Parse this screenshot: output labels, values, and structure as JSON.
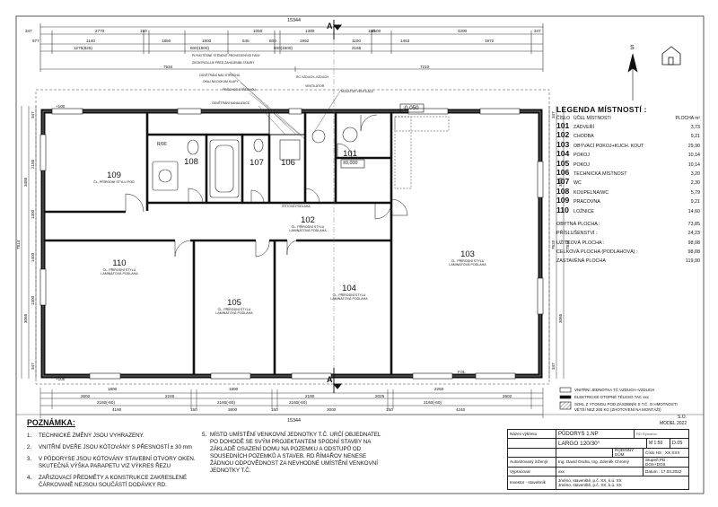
{
  "legend": {
    "title": "LEGENDA MÍSTNOSTÍ :",
    "col_no": "ČÍSLO",
    "col_name": "ÚČEL MÍSTNOSTI",
    "col_area": "PLOCHA m²",
    "rooms": [
      {
        "no": "101",
        "name": "ZÁDVEŘÍ",
        "area": "3,73"
      },
      {
        "no": "102",
        "name": "CHODBA",
        "area": "9,21"
      },
      {
        "no": "103",
        "name": "OBÝVACÍ POKOJ+KUCH. KOUT",
        "area": "29,90"
      },
      {
        "no": "104",
        "name": "POKOJ",
        "area": "10,14"
      },
      {
        "no": "105",
        "name": "POKOJ",
        "area": "10,14"
      },
      {
        "no": "106",
        "name": "TECHNICKÁ MÍSTNOST",
        "area": "3,20"
      },
      {
        "no": "107",
        "name": "WC",
        "area": "2,30"
      },
      {
        "no": "108",
        "name": "KOUPELNA/WC",
        "area": "5,79"
      },
      {
        "no": "109",
        "name": "PRACOVNA",
        "area": "9,21"
      },
      {
        "no": "110",
        "name": "LOŽNICE",
        "area": "14,60"
      }
    ],
    "summary": [
      {
        "name": "OBYTNÁ PLOCHA :",
        "area": "73,85"
      },
      {
        "name": "PŘÍSLUŠENSTVÍ :",
        "area": "24,23"
      },
      {
        "name": "UŽITKOVÁ PLOCHA :",
        "area": "98,08"
      },
      {
        "name": "CELKOVÁ PLOCHA (PODLAHOVÁ) :",
        "area": "98,08"
      },
      {
        "name": "ZASTAVĚNÁ PLOCHA",
        "area": "119,90"
      }
    ],
    "symbols": [
      "VNITŘNÍ JEDNOTKA TČ VZDUCH–VZDUCH",
      "ELEKTRICKÉ OTOPNÉ TĚLESO TAC xxx",
      "SOKL Z YTONGU POD ZÁSOBNÍK S T.Č. O HMOTNOSTI",
      "VĚTŠÍ NEŽ 200 KG (ZHOTOVENÍ NA MONTÁŽI)"
    ]
  },
  "notes": {
    "title": "POZNÁMKA:",
    "items": [
      {
        "n": "1.",
        "t": "TECHNICKÉ ZMĚNY JSOU VYHRAZENY."
      },
      {
        "n": "2.",
        "t": "VNITŘNÍ DVEŘE JSOU KÓTOVÁNY S PŘESNOSTÍ ± 30 mm"
      },
      {
        "n": "3.",
        "t": "V PŮDORYSE JSOU KÓTOVÁNY STAVEBNÍ OTVORY OKEN. SKUTEČNÁ VÝŠKA PARAPETU VIZ VÝKRES ŘEZU"
      },
      {
        "n": "4.",
        "t": "ZAŘIZOVACÍ PŘEDMĚTY A KONSTRUKCE ZAKRESLENÉ ČÁRKOVANĚ NEJSOU SOUČÁSTÍ DODÁVKY RD."
      }
    ],
    "item5_n": "5.",
    "item5_t": "MÍSTO UMÍSTĚNÍ VENKOVNÍ JEDNOTKY T.Č. URČÍ OBJEDNATEL PO DOHODĚ SE SVÝM PROJEKTANTEM SPODNÍ STAVBY NA ZÁKLADĚ OSAZENÍ DOMU NA POZEMKU A ODSTUPŮ OD SOUSEDNÍCH POZEMKŮ A STAVEB. RD ŘÍMAŘOV NENESE ŽÁDNOU ODPOVĚDNOST ZA NEVHODNÉ UMÍSTĚNÍ VENKOVNÍ JEDNOTKY T.Č."
  },
  "title_block": {
    "name_label": "Název výkresu",
    "name": "PŮDORYS 1.NP",
    "scale": "M 1:50",
    "sheet": "D.05",
    "model": "LARGO 120/30°",
    "family": "RODINNÝ DŮM",
    "num": "Číslo HS : XX XXX",
    "authorized_label": "Autorizovaný inženýr",
    "authorized": "Ing. David Ondra, Ing. Zdeněk Chromý",
    "drafter_label": "Vypracoval",
    "drafter": "xxx",
    "stage": "Stupeň PD : DOS+DOS",
    "date": "Datum : 17.03.2022",
    "investor_label": "Investor - stavebník",
    "investor1": "Jméno, stavenště, p.č. XX, k.ú. XX",
    "investor2": "Jméno, stavenště, p.č. XX, k.ú. XX",
    "brand": "RD Rýmařov"
  },
  "corner": {
    "so": "S.O.",
    "model": "MODEL 2022",
    "north": "S"
  },
  "rooms": [
    {
      "no": "109",
      "s": "ČL. PŘÍRODNÍ STYLU POD"
    },
    {
      "no": "108",
      "s": ""
    },
    {
      "no": "107",
      "s": ""
    },
    {
      "no": "106",
      "s": ""
    },
    {
      "no": "101",
      "s": ""
    },
    {
      "no": "102",
      "s": "ČL. PŘÍRODNÍ STYLU LAMINÁTOVÁ PODLAHA"
    },
    {
      "no": "103",
      "s": "ČL. PŘÍRODNÍ STYLU LAMINÁTOVÁ PODLAHA"
    },
    {
      "no": "110",
      "s": "ČL. PŘÍRODNÍ STYLU LAMINÁTOVÁ PODLAHA"
    },
    {
      "no": "105",
      "s": "ČL. PŘÍRODNÍ STYLU LAMINÁTOVÁ PODLAHA"
    },
    {
      "no": "104",
      "s": "ČL. PŘÍRODNÍ STYLU LAMINÁTOVÁ PODLAHA"
    }
  ],
  "plan_labels": {
    "total_top": "15344",
    "total_bottom": "15344",
    "section_a": "A",
    "level": "-0,050",
    "level2": "±0,000",
    "r90": "R/90",
    "top_row1": [
      "347",
      "2770",
      "150",
      "1050",
      "1300",
      "150",
      "2500",
      "4200",
      "347"
    ],
    "top_row2": [
      "977",
      "1140",
      "1850",
      "1800",
      "545",
      "600",
      "1992",
      "1100",
      "1463",
      "1972"
    ],
    "top_row3": [
      "1275(825)",
      "600(1500)",
      "600(1500)",
      "2165"
    ],
    "inner_top": [
      "7534",
      "7210"
    ],
    "bottom_row1": [
      "2602",
      "1800",
      "2245",
      "1800",
      "2100",
      "2025",
      "2250",
      "2602"
    ],
    "bottom_row2": [
      "2160(-60)",
      "2160(-60)",
      "2160(-60)",
      "2160(-60)"
    ],
    "bottom_row3": [
      "4190",
      "150",
      "3600",
      "150",
      "3000",
      "150",
      "4240"
    ],
    "left_dims": [
      "347",
      "2185",
      "1300",
      "3485",
      "1400",
      "1300",
      "3065",
      "347"
    ],
    "right_dims": [
      "347",
      "3485",
      "7814",
      "7620",
      "3065",
      "347"
    ],
    "left_total": "7814",
    "mark_100": "+100",
    "f0l": "F.0L"
  },
  "callouts": [
    "PLYNOTĚSNÉ STĚNOVÉ PROVEDENÍ KS FÁNY",
    "ZKONTROLUJE PŘED ZAHÁJENÍM STAVBY",
    "ODVĚTRÁNÍ NAD STŘECHU",
    "OKAJ NA DOKUM KLAPY",
    "PRŮCHOD STŘECHOU",
    "ODVĚTRÁNÍ KANALIZACE",
    "RC VZDUCH–VZDUCH",
    "VENTILÁTOR",
    "NOVÁTOR VENTILACE",
    "ŠTÍTOVÁ PODLAHA"
  ]
}
